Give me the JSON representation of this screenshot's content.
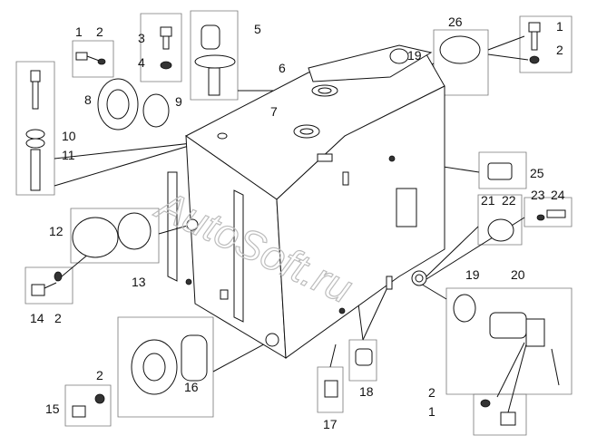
{
  "watermark": "AutoSoft.ru",
  "callouts": [
    "1",
    "2",
    "3",
    "4",
    "5",
    "6",
    "7",
    "8",
    "9",
    "10",
    "11",
    "26",
    "19",
    "1",
    "2",
    "25",
    "21",
    "22",
    "23",
    "24",
    "12",
    "13",
    "14",
    "2",
    "19",
    "20",
    "2",
    "16",
    "15",
    "17",
    "18",
    "2",
    "1"
  ]
}
